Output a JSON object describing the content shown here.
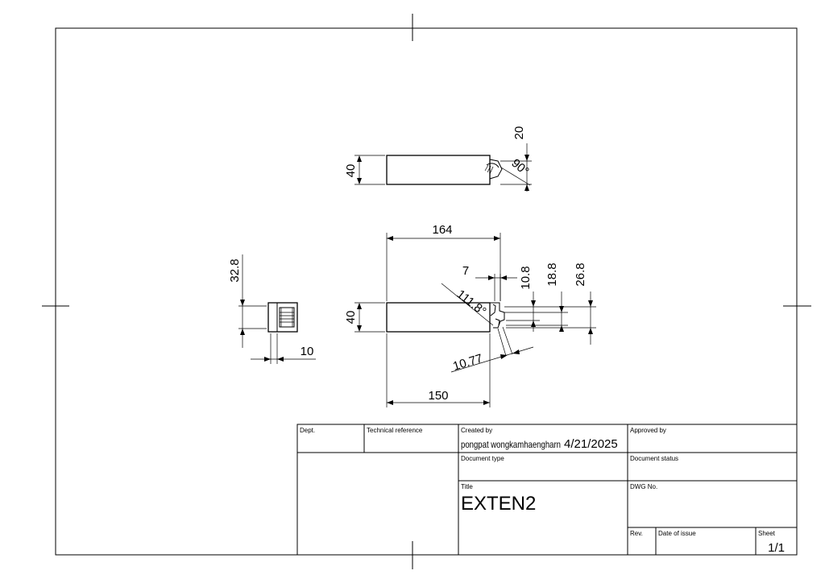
{
  "dimensions": {
    "top_height": "40",
    "top_depth": "20",
    "top_angle": "90°",
    "length_total": "164",
    "notch_width": "7",
    "rise_1": "10.8",
    "rise_2": "18.8",
    "rise_3": "26.8",
    "chamfer_angle": "111.8°",
    "front_height": "40",
    "offset_diag": "10.77",
    "length_base": "150",
    "side_height": "32.8",
    "side_width": "10"
  },
  "title_block": {
    "dept_label": "Dept.",
    "tech_ref_label": "Technical reference",
    "created_by_label": "Created by",
    "created_by_value": "pongpat wongkamhaengharn",
    "date_value": "4/21/2025",
    "approved_by_label": "Approved by",
    "doc_type_label": "Document type",
    "doc_status_label": "Document status",
    "title_label": "Title",
    "title_value": "EXTEN2",
    "dwg_no_label": "DWG No.",
    "rev_label": "Rev.",
    "date_issue_label": "Date of issue",
    "sheet_label": "Sheet",
    "sheet_value": "1/1"
  }
}
